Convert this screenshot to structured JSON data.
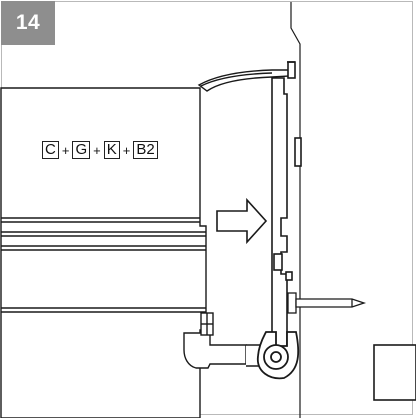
{
  "step": {
    "number": "14"
  },
  "components": {
    "codes": [
      "C",
      "G",
      "K",
      "B2"
    ],
    "separator": "+"
  },
  "arrow": {
    "direction": "right"
  },
  "colors": {
    "badge": "#8e8e8e",
    "badge_text": "#ffffff",
    "line": "#1a1a1a",
    "frame": "#b9b9b9"
  }
}
